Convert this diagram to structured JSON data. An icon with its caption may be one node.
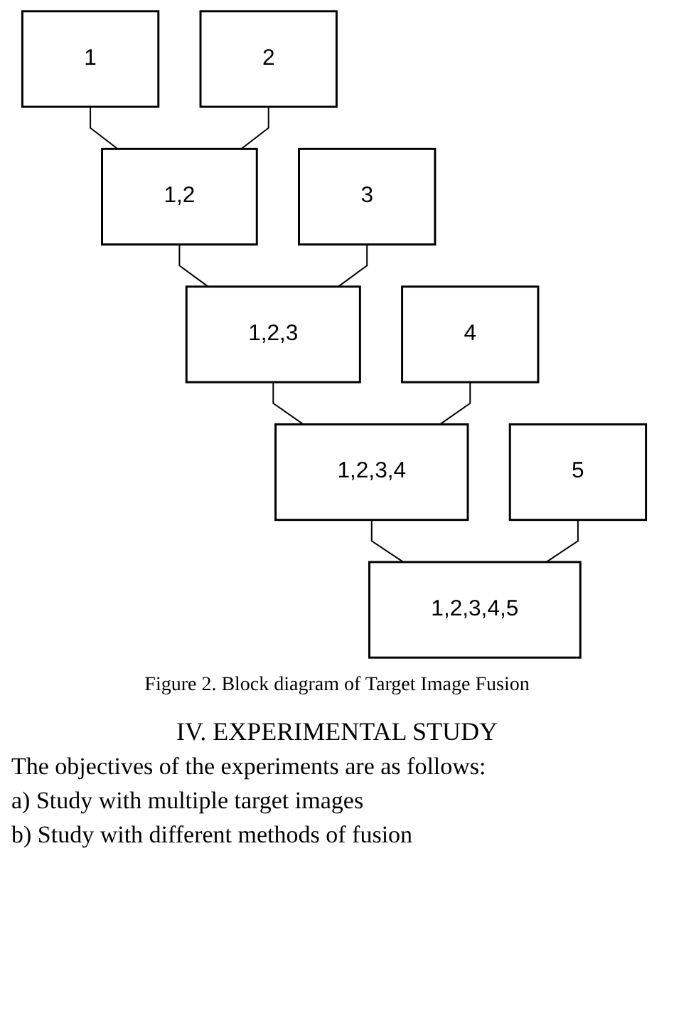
{
  "diagram": {
    "caption": "Figure 2. Block diagram of Target Image Fusion",
    "nodes": [
      {
        "text": [
          "1"
        ]
      },
      {
        "text": [
          "2"
        ]
      },
      {
        "text": [
          "1,2"
        ]
      },
      {
        "text": [
          "3"
        ]
      },
      {
        "text": [
          "1,2,3"
        ]
      },
      {
        "text": [
          "4"
        ]
      },
      {
        "text": [
          "1,2,3,4"
        ]
      },
      {
        "text": [
          "5"
        ]
      },
      {
        "text": [
          "1,2,3,4,5"
        ]
      }
    ],
    "edges": [
      {
        "from": 0,
        "to": 2,
        "arrow": "none"
      },
      {
        "from": 1,
        "to": 2,
        "arrow": "none"
      },
      {
        "from": 2,
        "to": 4,
        "arrow": "none"
      },
      {
        "from": 3,
        "to": 4,
        "arrow": "none"
      },
      {
        "from": 4,
        "to": 6,
        "arrow": "none"
      },
      {
        "from": 5,
        "to": 6,
        "arrow": "none"
      },
      {
        "from": 6,
        "to": 8,
        "arrow": "none"
      },
      {
        "from": 7,
        "to": 8,
        "arrow": "none"
      }
    ],
    "labels": [
      "IV. EXPERIMENTAL STUDY",
      "The objectives of the experiments are as follows:",
      "a) Study with multiple target images",
      "b) Study with different methods of fusion"
    ]
  }
}
